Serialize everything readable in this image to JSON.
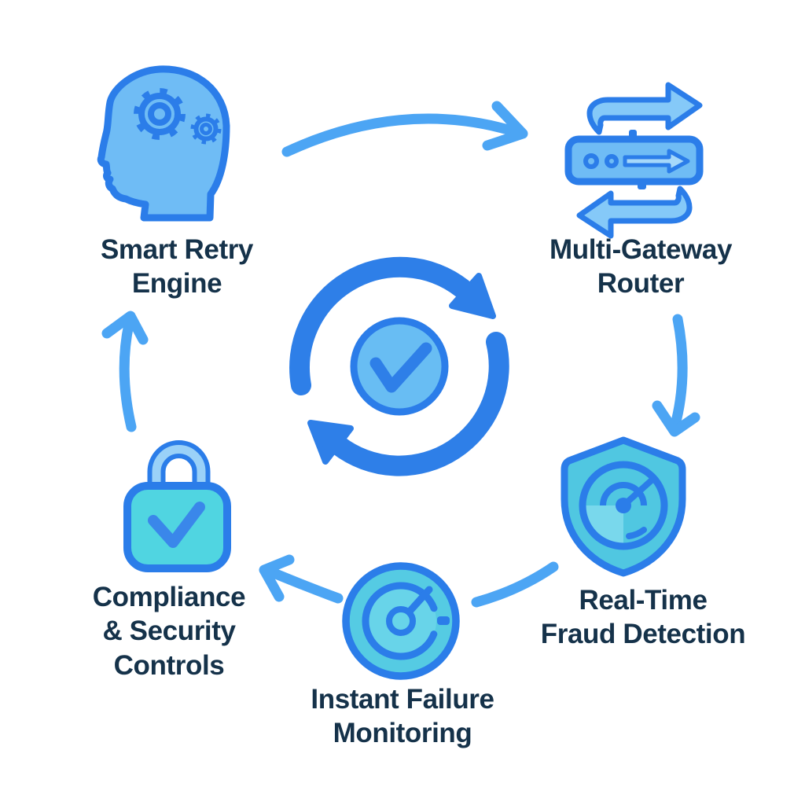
{
  "colors": {
    "background": "#ffffff",
    "outline_blue": "#2b7de9",
    "icon_fill_blue": "#6fbcf5",
    "icon_fill_blue_light": "#85c9f8",
    "inner_detail_blue": "#a6d8fa",
    "shackle_highlight": "#9ad1f8",
    "teal_fill": "#50d5e1",
    "shield_fill": "#50c7e1",
    "radar_sector": "#79d8ec",
    "gauge_fill": "#55cbe3",
    "gauge_inner": "#68d4e9",
    "cycle_blue": "#2e7fe8",
    "check_circle_fill": "#68bdf3",
    "check_blue": "#3a87ea",
    "connector_blue": "#4ca5f4",
    "text_navy": "#15324a"
  },
  "nodes": [
    {
      "id": "smart-retry-engine",
      "icon": "head-gears-icon",
      "lines": [
        "Smart Retry",
        "Engine"
      ]
    },
    {
      "id": "multi-gateway-router",
      "icon": "gateway-router-icon",
      "lines": [
        "Multi-Gateway",
        "Router"
      ]
    },
    {
      "id": "real-time-fraud-detection",
      "icon": "shield-radar-icon",
      "lines": [
        "Real-Time",
        "Fraud Detection"
      ]
    },
    {
      "id": "instant-failure-monitoring",
      "icon": "gauge-icon",
      "lines": [
        "Instant Failure",
        "Monitoring"
      ]
    },
    {
      "id": "compliance-security-controls",
      "icon": "padlock-check-icon",
      "lines": [
        "Compliance",
        "& Security",
        "Controls"
      ]
    }
  ],
  "center": {
    "icon": "sync-cycle-check-icon"
  }
}
